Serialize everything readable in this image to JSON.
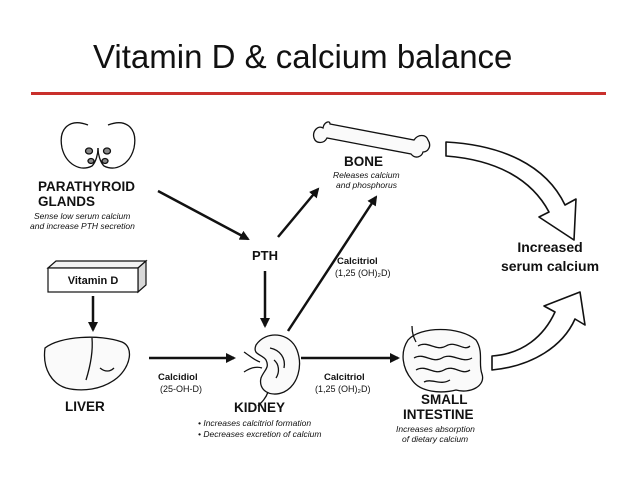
{
  "slide": {
    "title": "Vitamin D & calcium balance"
  },
  "colors": {
    "title_rule": "#c9302c",
    "ink": "#111111"
  },
  "nodes": {
    "parathyroid": {
      "line1": "PARATHYROID",
      "line2": "GLANDS",
      "desc1": "Sense low serum calcium",
      "desc2": "and increase PTH secretion",
      "icon": "parathyroid-glands-icon"
    },
    "vitamin_d": {
      "label": "Vitamin D"
    },
    "liver": {
      "label": "LIVER",
      "icon": "liver-icon"
    },
    "pth": {
      "label": "PTH"
    },
    "kidney": {
      "label": "KIDNEY",
      "note1": "• Increases calcitriol formation",
      "note2": "• Decreases excretion of calcium",
      "icon": "kidney-icon"
    },
    "bone": {
      "label": "BONE",
      "desc1": "Releases calcium",
      "desc2": "and phosphorus",
      "icon": "bone-icon"
    },
    "intestine": {
      "line1": "SMALL",
      "line2": "INTESTINE",
      "desc1": "Increases absorption",
      "desc2": "of dietary calcium",
      "icon": "intestine-icon"
    },
    "result": {
      "line1": "Increased",
      "line2": "serum calcium"
    }
  },
  "edges": {
    "calcidiol": {
      "line1": "Calcidiol",
      "line2": "(25-OH-D)"
    },
    "calcitriol_bone": {
      "line1": "Calcitriol",
      "line2": "(1,25 (OH)₂D)"
    },
    "calcitriol_intestine": {
      "line1": "Calcitriol",
      "line2": "(1,25 (OH)₂D)"
    }
  }
}
